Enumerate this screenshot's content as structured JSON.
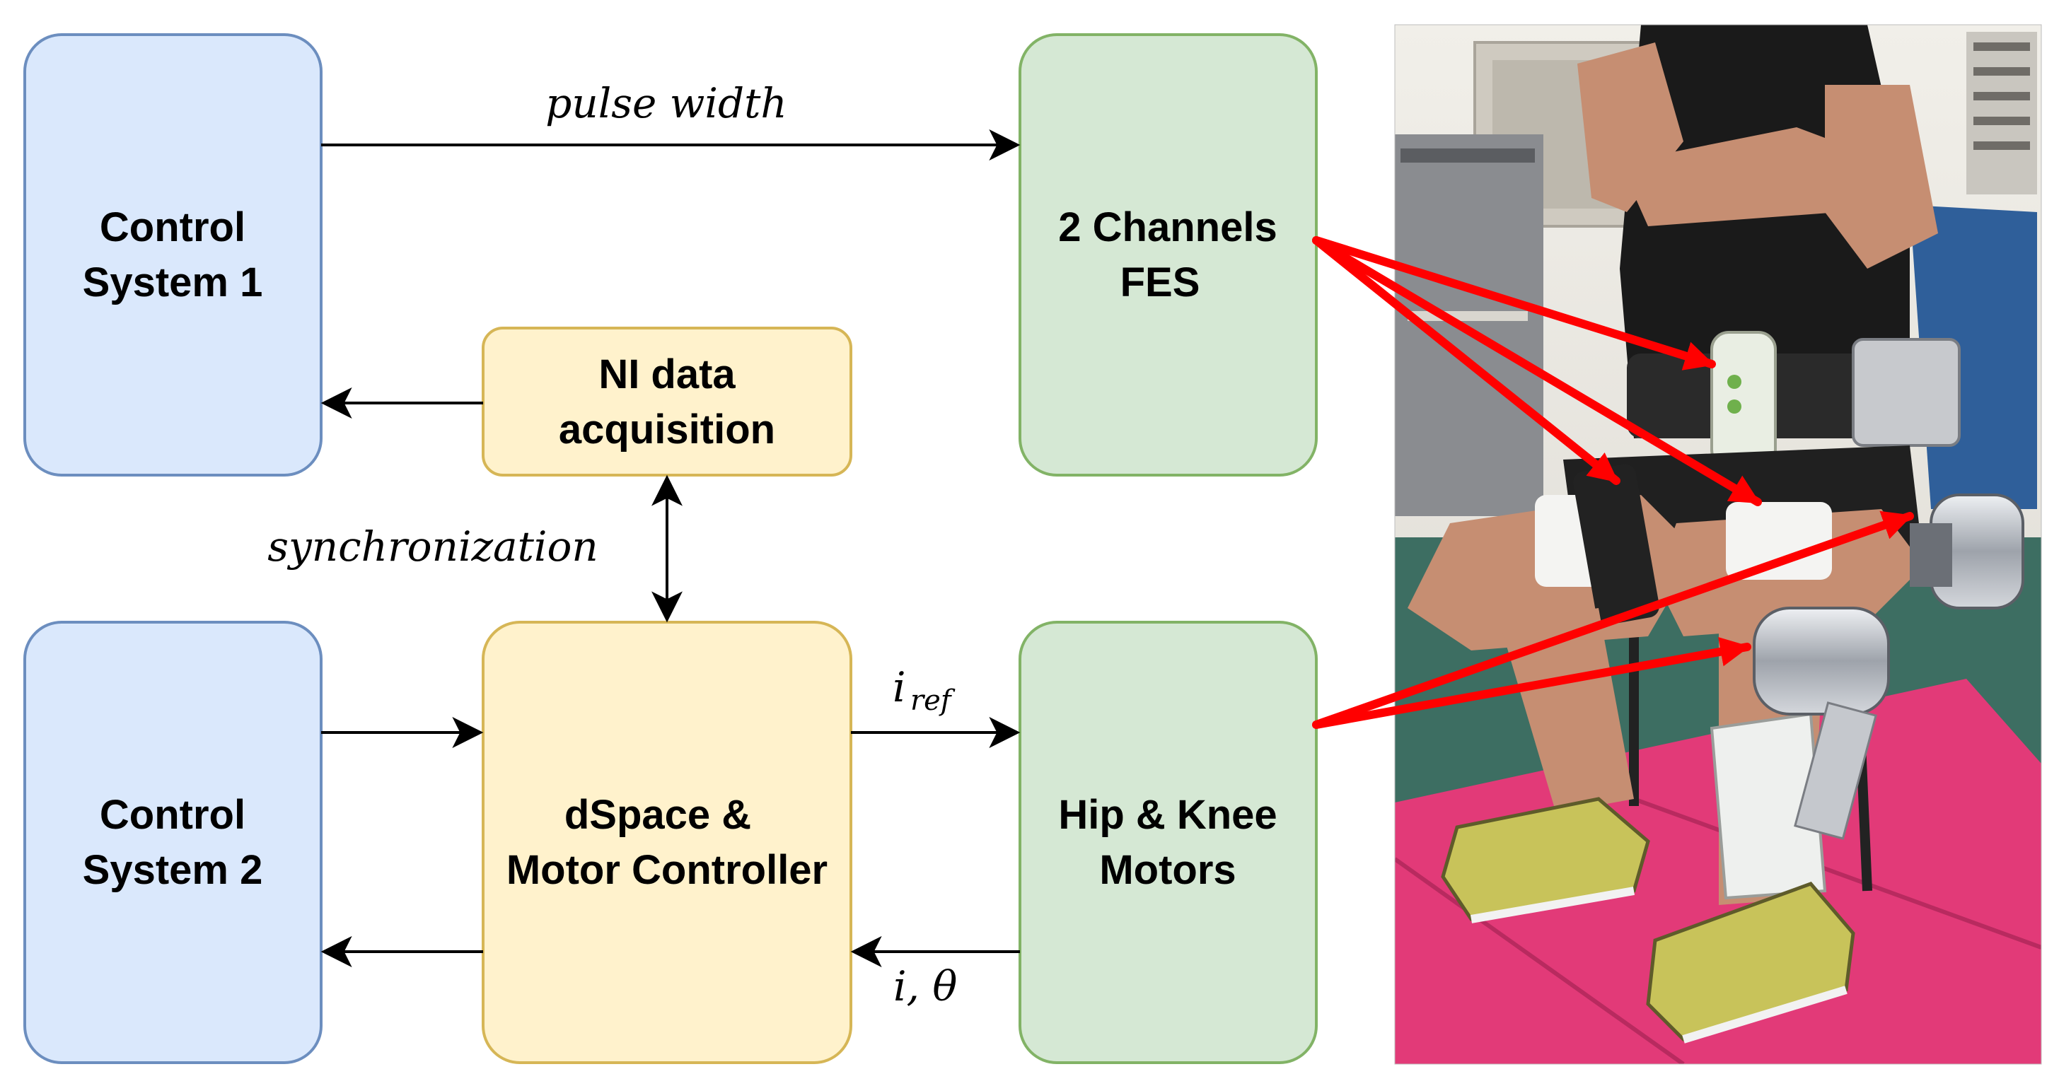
{
  "diagram": {
    "blocks": {
      "control_system_1": {
        "line1": "Control",
        "line2": "System 1",
        "fill": "#dae8fc",
        "stroke": "#6c8ebf"
      },
      "control_system_2": {
        "line1": "Control",
        "line2": "System 2",
        "fill": "#dae8fc",
        "stroke": "#6c8ebf"
      },
      "ni_daq": {
        "line1": "NI data",
        "line2": "acquisition",
        "fill": "#fff2cc",
        "stroke": "#d6b656"
      },
      "dspace": {
        "line1": "dSpace &",
        "line2": "Motor Controller",
        "fill": "#fff2cc",
        "stroke": "#d6b656"
      },
      "fes": {
        "line1": "2 Channels",
        "line2": "FES",
        "fill": "#d5e8d4",
        "stroke": "#82b366"
      },
      "motors": {
        "line1": "Hip & Knee",
        "line2": "Motors",
        "fill": "#d5e8d4",
        "stroke": "#82b366"
      }
    },
    "edge_labels": {
      "pulse_width": "pulse width",
      "synchronization": "synchronization",
      "i_ref_main": "i",
      "i_ref_sub": "ref",
      "feedback": "i, θ"
    }
  },
  "photo": {
    "description_colors": {
      "wall": "#e9e7e1",
      "floor": "#3d6e62",
      "mat": "#e23a78",
      "skin": "#c68e72",
      "shirt": "#1a1a1a",
      "metal": "#b8bcc4",
      "arrow": "#ff0000"
    }
  }
}
